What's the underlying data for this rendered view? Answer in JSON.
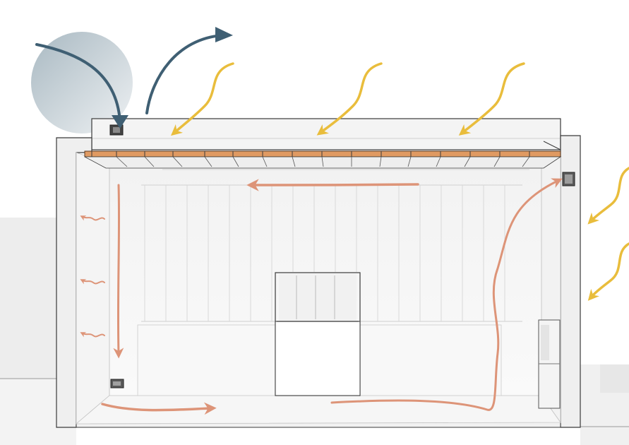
{
  "diagram": {
    "colors": {
      "background": "#ffffff",
      "ground": "#eeeeee",
      "wall": "#ececec",
      "interior_back": "#f6f6f6",
      "outline": "#3a3a3a",
      "roof_panel": "#e09a62",
      "cool_air_arrow": "#3f5f73",
      "sun_arrow": "#e9bd3c",
      "warm_air_arrow": "#dd9478",
      "sky_disc": "#c4cfd5"
    },
    "elements": {
      "sky_disc": "sky-disc",
      "exhaust_arrow": "dark-blue-curved-arrow",
      "intake_arrow": "dark-blue-curved-arrow",
      "sun_rays": "yellow-wavy-arrows",
      "interior_airflow": "orange-airflow-arrows",
      "heat_radiation": "small-wavy-heat-arrows",
      "roof_vent": "roof-vent-box",
      "upper_vent": "wall-vent-box",
      "floor_vent": "floor-vent-box"
    }
  }
}
